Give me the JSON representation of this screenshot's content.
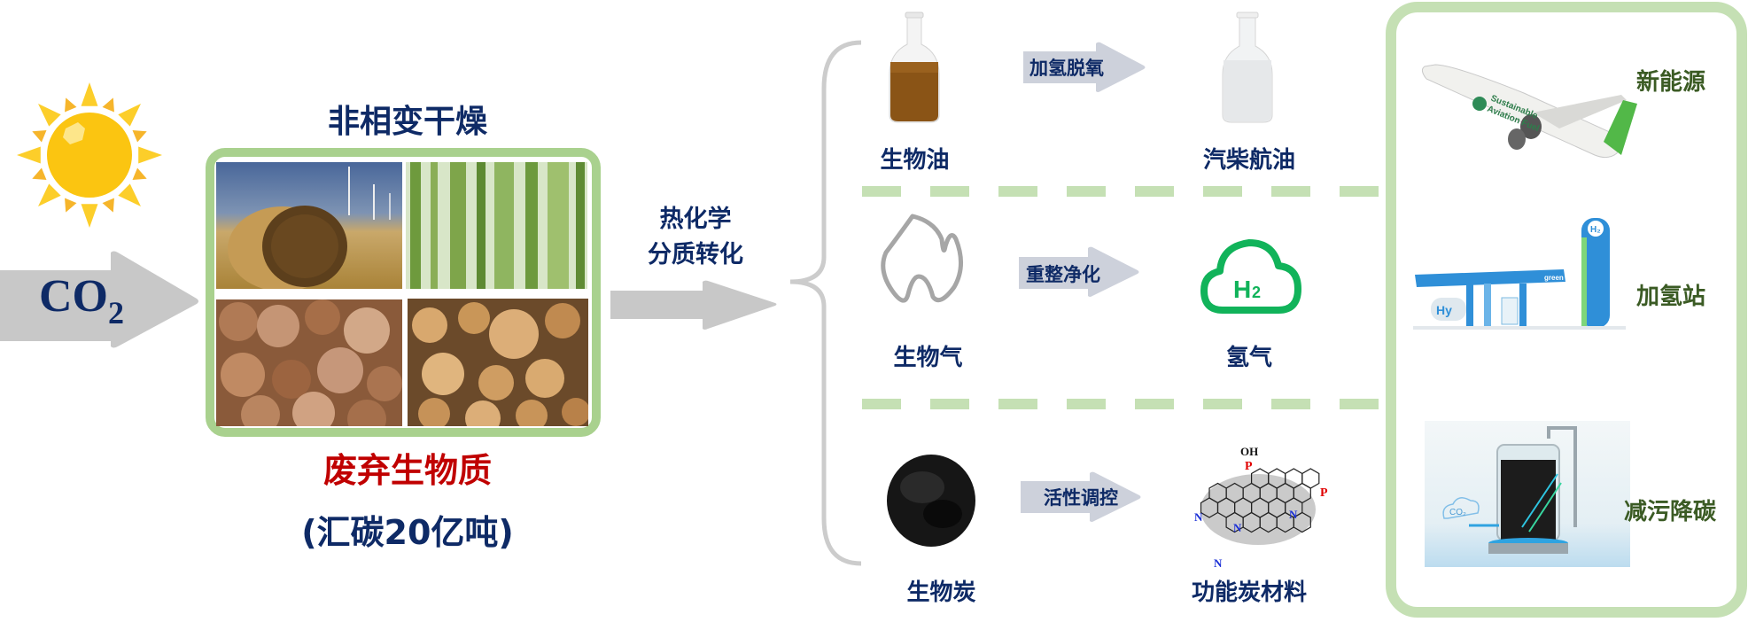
{
  "left": {
    "sun_icon": "sun-icon",
    "co2_arrow": {
      "main": "CO",
      "sub": "2"
    },
    "drying_title": "非相变干燥",
    "biomass_title": "废弃生物质",
    "carbon_sink_note": "(汇碳20亿吨)",
    "photos": [
      "straw-bale",
      "bamboo",
      "coconut-shells",
      "firewood-logs"
    ]
  },
  "middle": {
    "process_line1": "热化学",
    "process_line2": "分质转化"
  },
  "products": [
    {
      "source": "生物油",
      "process": "加氢脱氧",
      "output": "汽柴航油",
      "source_icon": "brown-oil-bottle-icon",
      "output_icon": "clear-fuel-bottle-icon"
    },
    {
      "source": "生物气",
      "process": "重整净化",
      "output": "氢气",
      "source_icon": "flame-icon",
      "output_icon": "h2-cloud-icon",
      "h2_text": "H",
      "h2_sub": "2"
    },
    {
      "source": "生物炭",
      "process": "活性调控",
      "output": "功能炭材料",
      "source_icon": "biochar-powder-icon",
      "output_icon": "carbon-structure-icon"
    }
  ],
  "applications": [
    {
      "label": "新能源",
      "image": "sustainable-aviation-fuel-plane",
      "plane_text": [
        "Sustainable",
        "Aviation Fuel"
      ]
    },
    {
      "label": "加氢站",
      "image": "hydrogen-station",
      "station_text": "green",
      "station_h2": "H₂",
      "station_hy": "Hy"
    },
    {
      "label": "减污降碳",
      "image": "co2-capture-reactor",
      "reactor_text": "CO₂"
    }
  ],
  "colors": {
    "navy": "#0e2a66",
    "red": "#c00000",
    "green_border": "#a9d18e",
    "panel_border": "#c5e0b4",
    "arrow_gray": "#c8c8c8",
    "small_arrow": "#cdd1db",
    "h2_green": "#11b35a",
    "app_label": "#3b5b24"
  }
}
